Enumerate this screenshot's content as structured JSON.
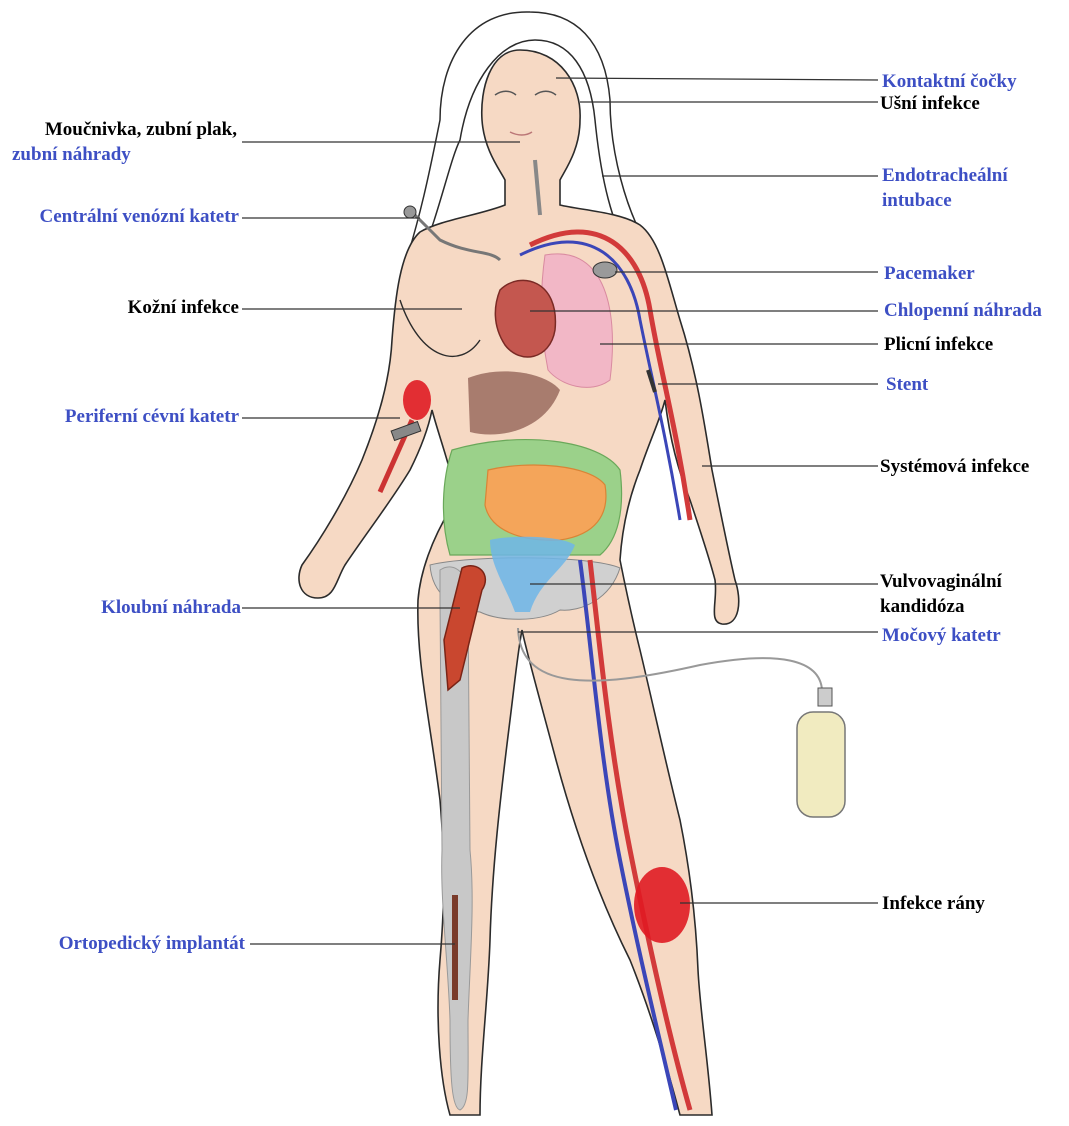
{
  "colors": {
    "blue_label": "#3d4fc4",
    "black_label": "#000000",
    "skin": "#f6d9c4",
    "skin_outline": "#2b2b2b",
    "artery": "#d23a3a",
    "vein": "#3b46b8",
    "bone": "#c8c8c8",
    "lung": "#f2b7c6",
    "colon": "#9bd18a",
    "small_intestine": "#f4a55a",
    "liver": "#9a6b5f",
    "bladder_uterus": "#6fb6e8",
    "infection": "#e01b24",
    "urine_bag": "#f1ebc0"
  },
  "labels": {
    "kontaktni_cocky": "Kontaktní čočky",
    "usni_infekce": "Ušní infekce",
    "moucnivka_line1": "Moučnivka, zubní plak,",
    "moucnivka_line2": "zubní náhrady",
    "endotracheal_line1": "Endotracheální",
    "endotracheal_line2": "intubace",
    "centralni_katetr": "Centrální venózní katetr",
    "pacemaker": "Pacemaker",
    "kozni_infekce": "Kožní infekce",
    "chlopenni_nahrada": "Chlopenní náhrada",
    "plicni_infekce": "Plicní infekce",
    "stent": "Stent",
    "periferni_katetr": "Periferní cévní katetr",
    "systemova_infekce": "Systémová infekce",
    "kloubni_nahrada": "Kloubní náhrada",
    "vulvovaginalni_line1": "Vulvovaginální",
    "vulvovaginalni_line2": "kandidóza",
    "mocovy_katetr": "Močový katetr",
    "infekce_rany": "Infekce rány",
    "ortopedicky_implantat": "Ortopedický implantát"
  }
}
